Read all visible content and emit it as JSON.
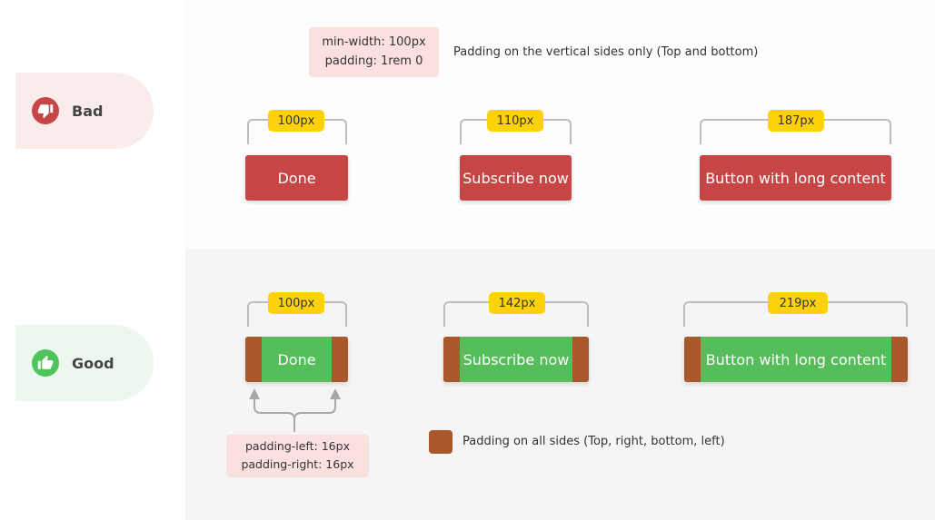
{
  "legend": {
    "bad_label": "Bad",
    "good_label": "Good"
  },
  "top_note": {
    "line1": "min-width: 100px",
    "line2": "padding: 1rem 0"
  },
  "top_caption": "Padding on the vertical sides only (Top and bottom)",
  "bad_buttons": [
    {
      "width_label": "100px",
      "text": "Done"
    },
    {
      "width_label": "110px",
      "text": "Subscribe now"
    },
    {
      "width_label": "187px",
      "text": "Button with long content"
    }
  ],
  "good_buttons": [
    {
      "width_label": "100px",
      "text": "Done"
    },
    {
      "width_label": "142px",
      "text": "Subscribe now"
    },
    {
      "width_label": "219px",
      "text": "Button with long content"
    }
  ],
  "bottom_note": {
    "line1": "padding-left: 16px",
    "line2": "padding-right: 16px"
  },
  "bottom_caption": "Padding on all sides (Top, right, bottom, left)",
  "colors": {
    "bad": "#c64646",
    "good": "#55be5a",
    "padding": "#a8582a",
    "badge": "#fdd20a",
    "note_bg": "#fbe0e0"
  }
}
